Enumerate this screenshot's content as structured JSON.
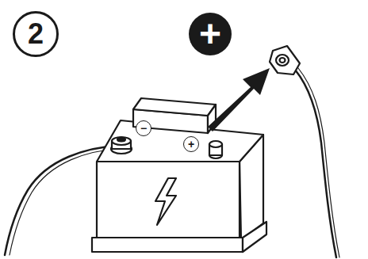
{
  "diagram": {
    "nodes": [
      {
        "text": [
          "2"
        ]
      },
      {
        "text": [
          "+"
        ]
      },
      {
        "text": [
          "−"
        ]
      },
      {
        "text": [
          "+"
        ]
      }
    ]
  }
}
